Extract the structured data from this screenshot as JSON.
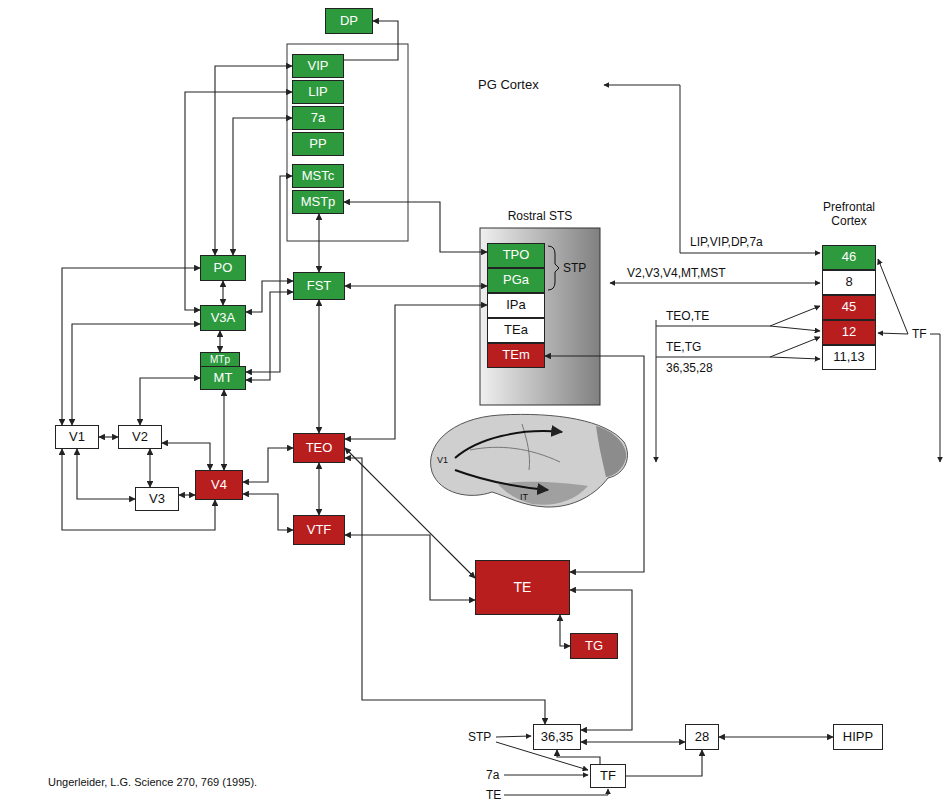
{
  "diagram": {
    "caption": "Ungerleider, L.G. Science 270, 769 (1995).",
    "nodes": [
      {
        "text": [
          "DP"
        ]
      },
      {
        "text": [
          "VIP"
        ]
      },
      {
        "text": [
          "LIP"
        ]
      },
      {
        "text": [
          "7a"
        ]
      },
      {
        "text": [
          "PP"
        ]
      },
      {
        "text": [
          "MSTc"
        ]
      },
      {
        "text": [
          "MSTp"
        ]
      },
      {
        "text": [
          "Prefrontal Cortex"
        ]
      },
      {
        "text": [
          "46"
        ],
        "in": 7
      },
      {
        "text": [
          "8"
        ],
        "in": 7
      },
      {
        "text": [
          "45"
        ],
        "in": 7
      },
      {
        "text": [
          "12"
        ],
        "in": 7
      },
      {
        "text": [
          "11,13"
        ],
        "in": 7
      },
      {
        "text": [
          "Rostral STS"
        ]
      },
      {
        "text": [
          "TPO"
        ],
        "in": 13
      },
      {
        "text": [
          "PGa"
        ],
        "in": 13
      },
      {
        "text": [
          "IPa"
        ],
        "in": 13
      },
      {
        "text": [
          "TEa"
        ],
        "in": 13
      },
      {
        "text": [
          "TEm"
        ],
        "in": 13
      },
      {
        "text": [
          "PO"
        ]
      },
      {
        "text": [
          "FST"
        ]
      },
      {
        "text": [
          "V3A"
        ]
      },
      {
        "text": [
          "MTp"
        ]
      },
      {
        "text": [
          "MT"
        ]
      },
      {
        "text": [
          "V1"
        ]
      },
      {
        "text": [
          "V2"
        ]
      },
      {
        "text": [
          "TEO"
        ]
      },
      {
        "text": [
          "V4"
        ]
      },
      {
        "text": [
          "V3"
        ]
      },
      {
        "text": [
          "VTF"
        ]
      },
      {
        "text": [
          "TE"
        ]
      },
      {
        "text": [
          "TG"
        ]
      },
      {
        "text": [
          "36,35"
        ]
      },
      {
        "text": [
          "28"
        ]
      },
      {
        "text": [
          "HIPP"
        ]
      },
      {
        "text": [
          "TF"
        ]
      }
    ],
    "edges": [
      {
        "from": 24,
        "to": 25,
        "arrow": "both"
      },
      {
        "from": 25,
        "to": 28,
        "arrow": "both"
      },
      {
        "from": 24,
        "to": 28,
        "arrow": "both"
      },
      {
        "from": 25,
        "to": 27,
        "arrow": "both"
      },
      {
        "from": 28,
        "to": 27,
        "arrow": "both"
      },
      {
        "from": 25,
        "to": 23,
        "arrow": "both"
      },
      {
        "from": 24,
        "to": 21,
        "arrow": "both"
      },
      {
        "from": 24,
        "to": 19,
        "arrow": "both"
      },
      {
        "from": 24,
        "to": 27,
        "arrow": "both"
      },
      {
        "from": 23,
        "to": 27,
        "arrow": "both"
      },
      {
        "from": 19,
        "to": 21,
        "arrow": "both"
      },
      {
        "from": 21,
        "to": 22,
        "arrow": "both"
      },
      {
        "from": 23,
        "to": 20,
        "arrow": "both"
      },
      {
        "from": 21,
        "to": 20,
        "arrow": "both"
      },
      {
        "from": 19,
        "to": 1,
        "arrow": "both"
      },
      {
        "from": 19,
        "to": 3,
        "arrow": "both"
      },
      {
        "from": 21,
        "to": 2,
        "arrow": "both"
      },
      {
        "from": 23,
        "to": 5,
        "arrow": "both"
      },
      {
        "from": 20,
        "to": 6,
        "arrow": "both"
      },
      {
        "from": 20,
        "to": 26,
        "arrow": "both"
      },
      {
        "from": 26,
        "to": 29,
        "arrow": "both"
      },
      {
        "from": 27,
        "to": 26,
        "arrow": "both"
      },
      {
        "from": 27,
        "to": 29,
        "arrow": "both"
      },
      {
        "from": 26,
        "to": 30,
        "arrow": "both"
      },
      {
        "from": 29,
        "to": 30,
        "arrow": "both"
      },
      {
        "from": 30,
        "to": 31,
        "arrow": "both"
      },
      {
        "from": 26,
        "to": 32,
        "arrow": "both"
      },
      {
        "from": 32,
        "to": 30,
        "arrow": "both"
      },
      {
        "from": 32,
        "to": 33,
        "arrow": "both"
      },
      {
        "from": 33,
        "to": 34,
        "arrow": "both"
      },
      {
        "from": 35,
        "to": 32,
        "arrow": "to"
      },
      {
        "from": 35,
        "to": 33,
        "arrow": "to"
      },
      {
        "from": 18,
        "to": 30,
        "arrow": "both"
      },
      {
        "from": 26,
        "to": 16,
        "arrow": "both"
      },
      {
        "from": 20,
        "to": 15,
        "arrow": "both"
      },
      {
        "from": 6,
        "to": 14,
        "arrow": "both"
      },
      {
        "from": 1,
        "to": 0,
        "arrow": "to"
      }
    ],
    "labels": [
      "PG Cortex",
      "STP",
      "LIP,VIP,DP,7a",
      "V2,V3,V4,MT,MST",
      "TEO,TE",
      "TE,TG",
      "36,35,28",
      "TF",
      "V1",
      "IT",
      "STP",
      "7a",
      "TE"
    ]
  }
}
